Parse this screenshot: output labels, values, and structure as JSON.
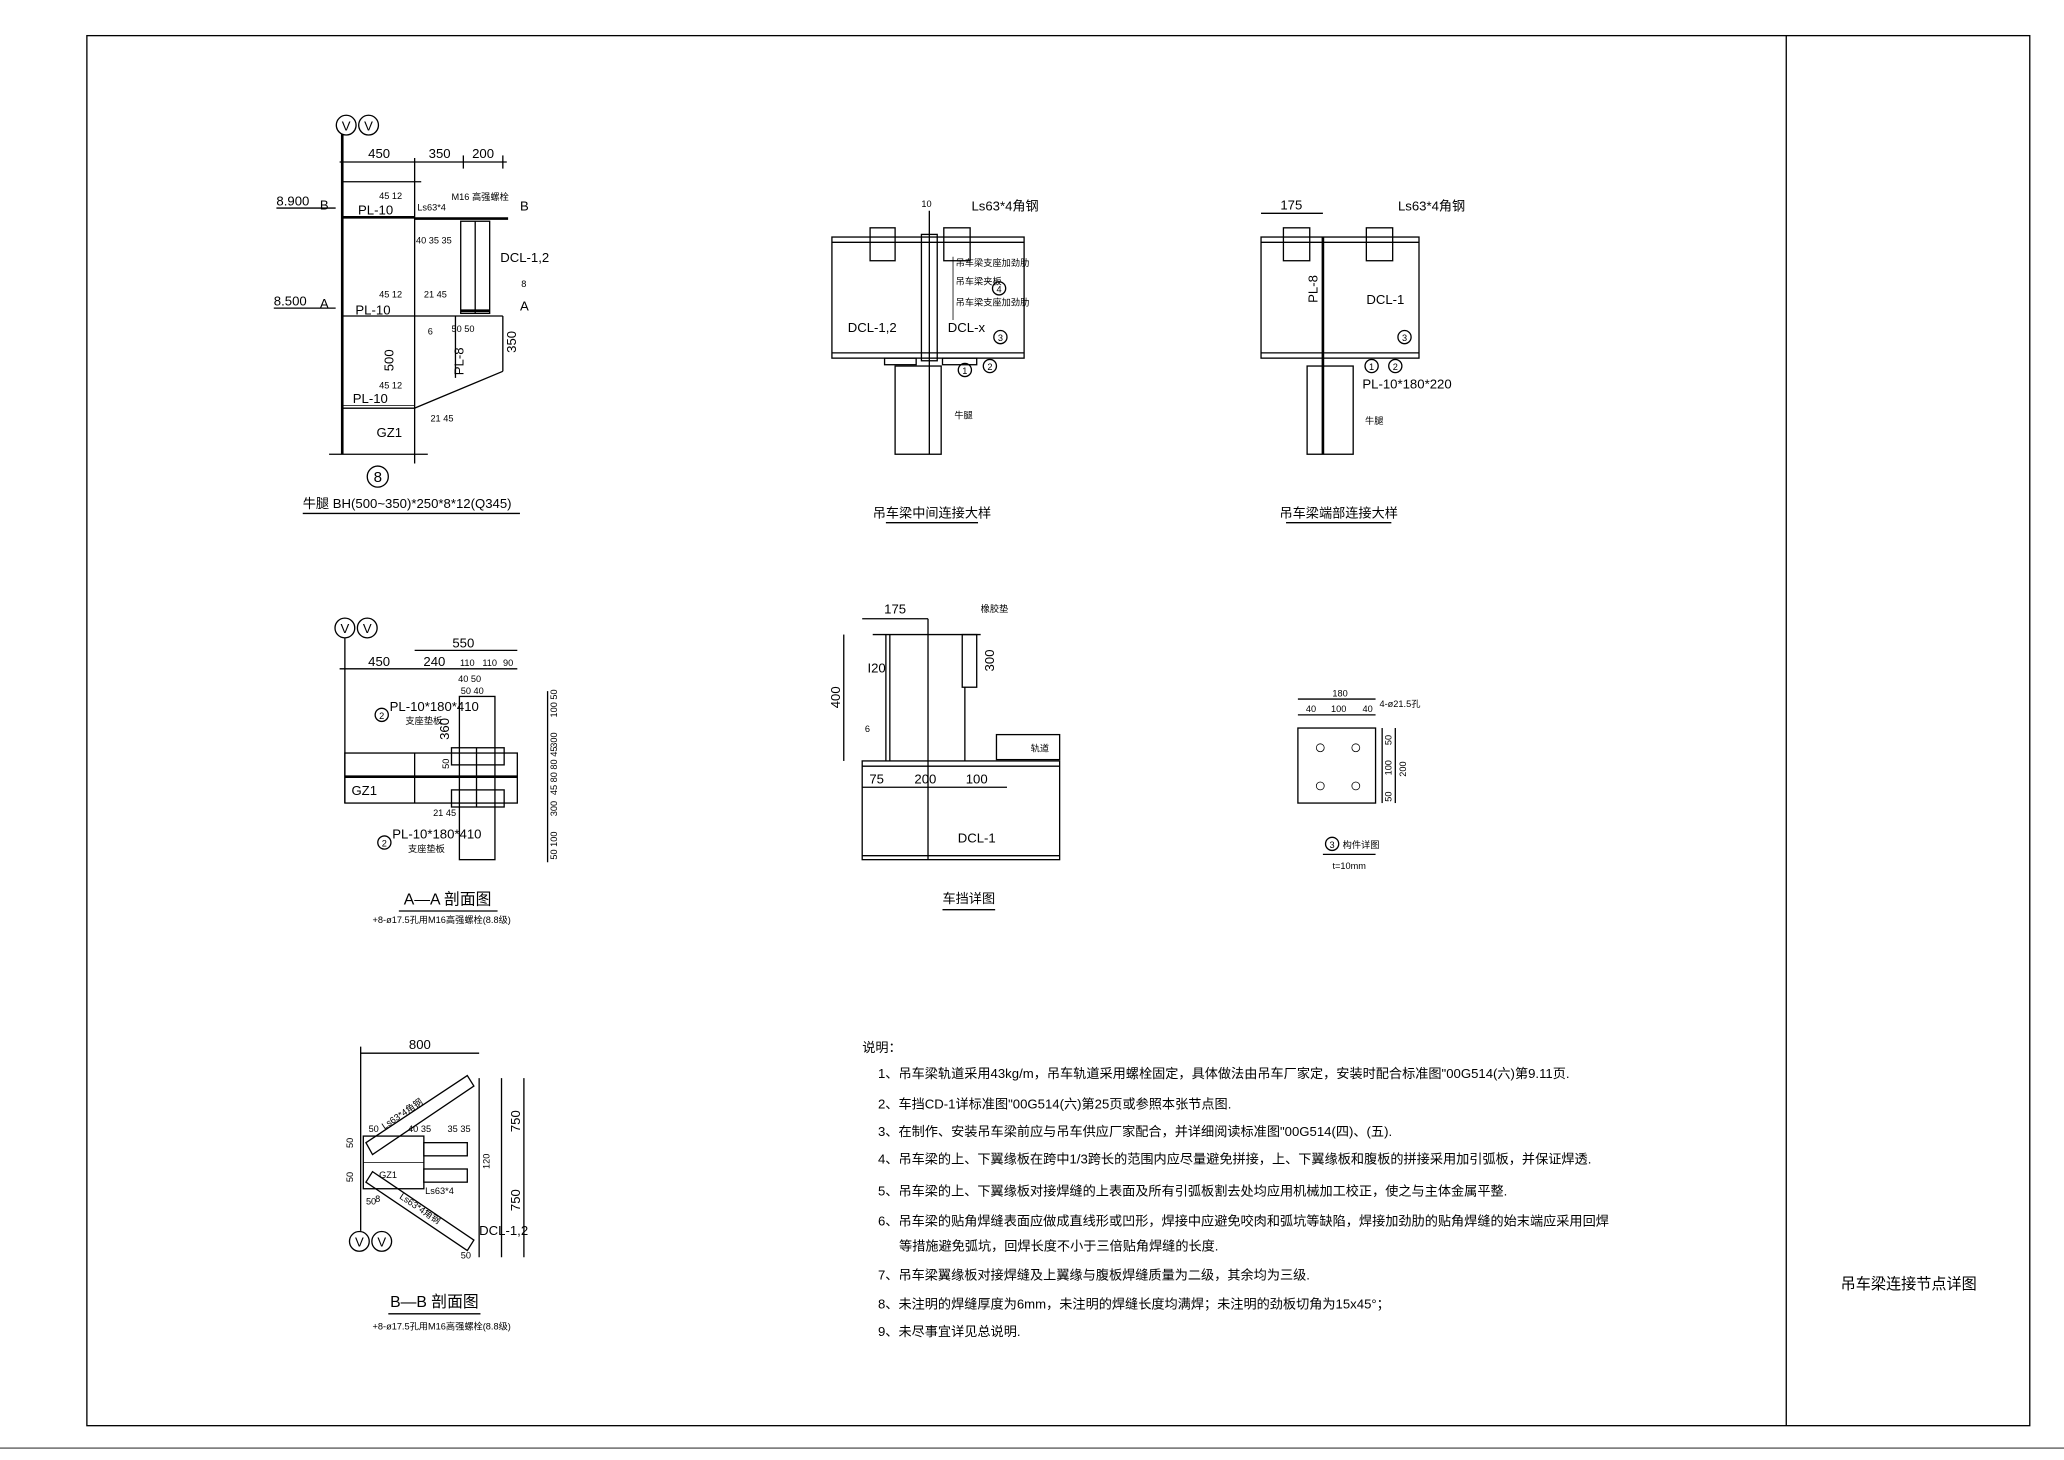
{
  "sheet": {
    "title_block": "吊车梁连接节点详图"
  },
  "bracket_detail": {
    "axis_marks": [
      "V",
      "V"
    ],
    "dims_top": [
      "450",
      "350",
      "200"
    ],
    "elev_top": "8.900",
    "elev_bottom": "8.500",
    "sec_B_left": "B",
    "sec_B_right": "B",
    "sec_A_left": "A",
    "sec_A_right": "A",
    "plate_labels": [
      "PL-10",
      "PL-10",
      "PL-10"
    ],
    "weld_labels": [
      "45 12",
      "45 12",
      "21 45",
      "45 12",
      "21 45"
    ],
    "angle_label": "Ls63*4",
    "bolt_label": "M16 高强螺栓",
    "bolt_dims": "40 35 35",
    "beam_label": "DCL-1,2",
    "weld_size": "8",
    "weld_6": "6",
    "dim_5050": "50 50",
    "dim_350": "350",
    "dim_500": "500",
    "stiffener_label": "PL-8",
    "column_label": "GZ1",
    "axis_number": "8",
    "caption": "牛腿 BH(500~350)*250*8*12(Q345)"
  },
  "middle_connection": {
    "dim_10": "10",
    "angle_label": "Ls63*4角钢",
    "notes": [
      "吊车梁支座加劲肋",
      "吊车梁夹板",
      "吊车梁支座加劲肋"
    ],
    "left_beam": "DCL-1,2",
    "right_beam": "DCL-x",
    "markers": [
      "1",
      "2",
      "3",
      "4"
    ],
    "bracket_label": "牛腿",
    "caption": "吊车梁中间连接大样"
  },
  "end_connection": {
    "dim_175": "175",
    "angle_label": "Ls63*4角钢",
    "stiffener_label": "PL-8",
    "beam_label": "DCL-1",
    "markers": [
      "1",
      "2",
      "3"
    ],
    "plate_label": "PL-10*180*220",
    "bracket_label": "牛腿",
    "caption": "吊车梁端部连接大样"
  },
  "section_aa": {
    "axis_marks": [
      "V",
      "V"
    ],
    "dim_total": "550",
    "dims_row1": [
      "450",
      "240",
      "110",
      "110",
      "90"
    ],
    "dims_row2": [
      "40 50",
      "50 40"
    ],
    "plate_top": "PL-10*180*410",
    "plate_top_note": "支座垫板",
    "plate_bottom": "PL-10*180*410",
    "plate_bottom_note": "支座垫板",
    "marker": "2",
    "dim_360": "360",
    "dim_50": "50",
    "right_dims": [
      "100 50",
      "300",
      "45 80 80 45",
      "300",
      "50 100"
    ],
    "weld": "21 45",
    "column_label": "GZ1",
    "caption": "A—A 剖面图",
    "subcaption": "+8-ø17.5孔用M16高强螺栓(8.8级)"
  },
  "car_stop": {
    "dim_175": "175",
    "pad_label": "橡胶垫",
    "dim_300": "300",
    "dim_400": "400",
    "column_label": "I20",
    "weld": "6",
    "rail_label": "轨道",
    "bottom_dims": [
      "75",
      "200",
      "100"
    ],
    "beam_label": "DCL-1",
    "caption": "车挡详图"
  },
  "part3": {
    "dim_180": "180",
    "dims_top": [
      "40",
      "100",
      "40"
    ],
    "holes": "4-ø21.5孔",
    "dims_right": [
      "50",
      "100",
      "50"
    ],
    "dim_200": "200",
    "marker": "3",
    "caption": "构件详图",
    "thickness": "t=10mm"
  },
  "section_bb": {
    "dim_800": "800",
    "brace_top": "Ls63*4角钢",
    "brace_bottom": "Ls63*4角钢",
    "angle_mid": "Ls63*4",
    "bolt_dims_l": "40 35",
    "bolt_dims_r": "35 35",
    "left_dims": [
      "50",
      "50",
      "50",
      "50"
    ],
    "dim_120": "120",
    "dims_750": [
      "750",
      "750"
    ],
    "column_label": "GZ1",
    "beam_label": "DCL-1,2",
    "weld": "8",
    "dim_50b": "50",
    "axis_marks": [
      "V",
      "V"
    ],
    "caption": "B—B 剖面图",
    "subcaption": "+8-ø17.5孔用M16高强螺栓(8.8级)"
  },
  "notes": {
    "heading": "说明：",
    "items": [
      "1、吊车梁轨道采用43kg/m，吊车轨道采用螺栓固定，具体做法由吊车厂家定，安装时配合标准图\"00G514(六)第9.11页.",
      "2、车挡CD-1详标准图\"00G514(六)第25页或参照本张节点图.",
      "3、在制作、安装吊车梁前应与吊车供应厂家配合，并详细阅读标准图\"00G514(四)、(五).",
      "4、吊车梁的上、下翼缘板在跨中1/3跨长的范围内应尽量避免拼接，上、下翼缘板和腹板的拼接采用加引弧板，并保证焊透.",
      "5、吊车梁的上、下翼缘板对接焊缝的上表面及所有引弧板割去处均应用机械加工校正，使之与主体金属平整.",
      "6、吊车梁的贴角焊缝表面应做成直线形或凹形，焊接中应避免咬肉和弧坑等缺陷，焊接加劲肋的贴角焊缝的始末端应采用回焊",
      "等措施避免弧坑，回焊长度不小于三倍贴角焊缝的长度.",
      "7、吊车梁翼缘板对接焊缝及上翼缘与腹板焊缝质量为二级，其余均为三级.",
      "8、未注明的焊缝厚度为6mm，未注明的焊缝长度均满焊；未注明的劲板切角为15x45°；",
      "9、未尽事宜详见总说明."
    ]
  }
}
